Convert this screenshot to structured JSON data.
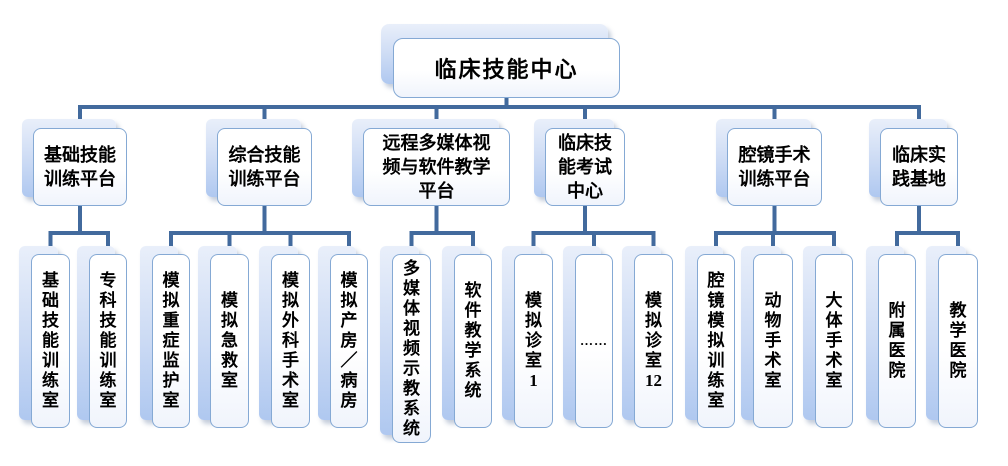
{
  "org_chart": {
    "root": {
      "label": "临床技能中心"
    },
    "groups": [
      {
        "id": "g1",
        "label": "基础技能训练平台",
        "children": [
          {
            "label": "基础技能训练室"
          },
          {
            "label": "专科技能训练室"
          }
        ]
      },
      {
        "id": "g2",
        "label": "综合技能训练平台",
        "children": [
          {
            "label": "模拟重症监护室"
          },
          {
            "label": "模拟急救室"
          },
          {
            "label": "模拟外科手术室"
          },
          {
            "label": "模拟产房／病房"
          }
        ]
      },
      {
        "id": "g3",
        "label": "远程多媒体视频与软件教学平台",
        "children": [
          {
            "label": "多媒体视频示教系统"
          },
          {
            "label": "软件教学系统"
          }
        ]
      },
      {
        "id": "g4",
        "label": "临床技能考试中心",
        "children": [
          {
            "label": "模拟诊室 1"
          },
          {
            "label": "……"
          },
          {
            "label": "模拟诊室 12"
          }
        ]
      },
      {
        "id": "g5",
        "label": "腔镜手术训练平台",
        "children": [
          {
            "label": "腔镜模拟训练室"
          },
          {
            "label": "动物手术室"
          },
          {
            "label": "大体手术室"
          }
        ]
      },
      {
        "id": "g6",
        "label": "临床实践基地",
        "children": [
          {
            "label": "附属医院"
          },
          {
            "label": "教学医院"
          }
        ]
      }
    ],
    "colors": {
      "connector": "#426A9D",
      "box_border": "#85A9D4",
      "backing_top": "#E9EFFA",
      "backing_bottom": "#AFC8F0",
      "box_fill_top": "#FFFFFF",
      "box_fill_bottom": "#F0F4FC",
      "text": "#000000"
    }
  }
}
